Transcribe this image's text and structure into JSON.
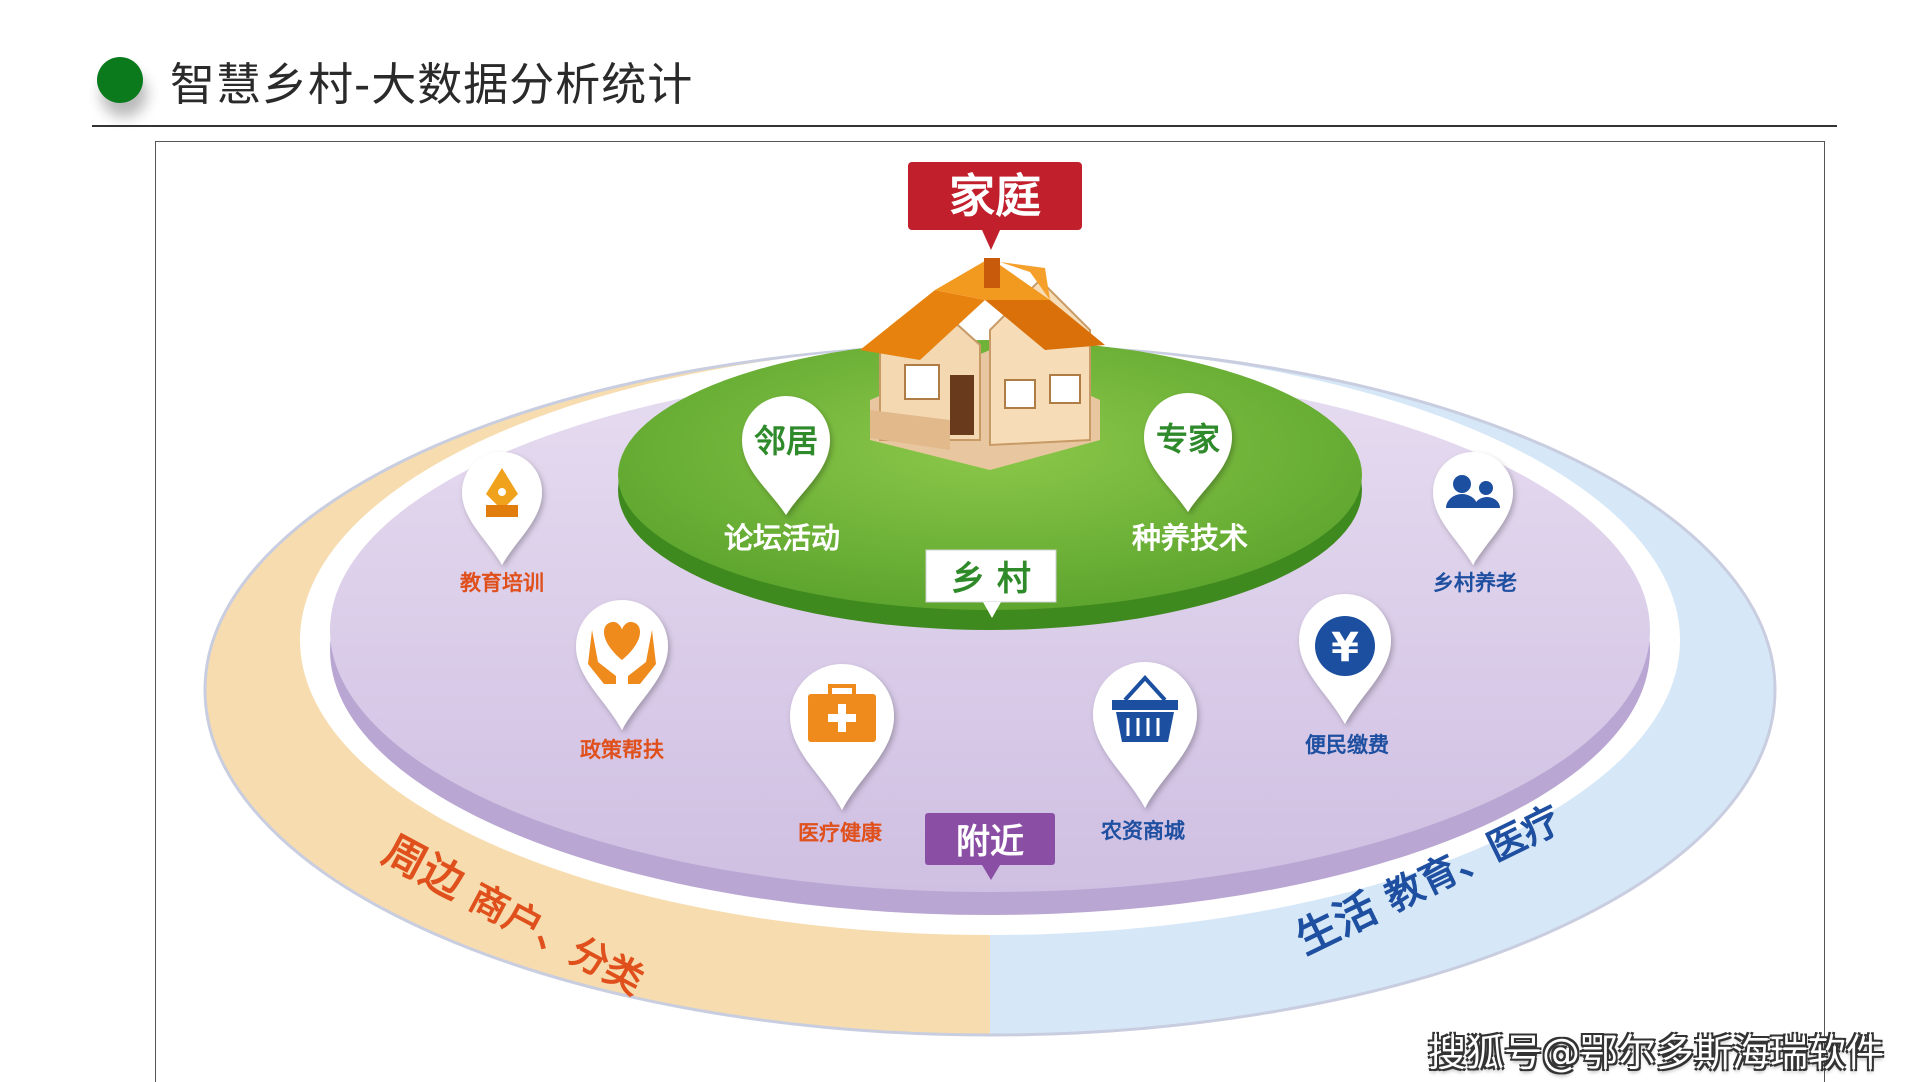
{
  "title": "智慧乡村-大数据分析统计",
  "colors": {
    "title_dot": "#0a7a1c",
    "family_badge": "#c11f2c",
    "nearby_badge": "#8a4fa5",
    "green_disc": "#6ab23a",
    "purple_disc": "#d9cde8",
    "orange_ring": "#f6dcae",
    "blue_ring": "#d6e8f7",
    "orange_text": "#e0501c",
    "blue_text": "#1f4fa0",
    "green_text": "#2f8a2a"
  },
  "badges": {
    "family": "家庭",
    "village": "乡 村",
    "nearby": "附近"
  },
  "inner": {
    "neighbor_pin": "邻居",
    "neighbor_label": "论坛活动",
    "expert_pin": "专家",
    "expert_label": "种养技术"
  },
  "services": {
    "education": "教育培训",
    "elderly": "乡村养老",
    "policy": "政策帮扶",
    "medical": "医疗健康",
    "market": "农资商城",
    "payment": "便民缴费"
  },
  "ring_left": {
    "main": "周边",
    "sub": "商户、分类"
  },
  "ring_right": {
    "main": "生活",
    "sub": "教育、医疗"
  },
  "watermark": "搜狐号@鄂尔多斯海瑞软件"
}
